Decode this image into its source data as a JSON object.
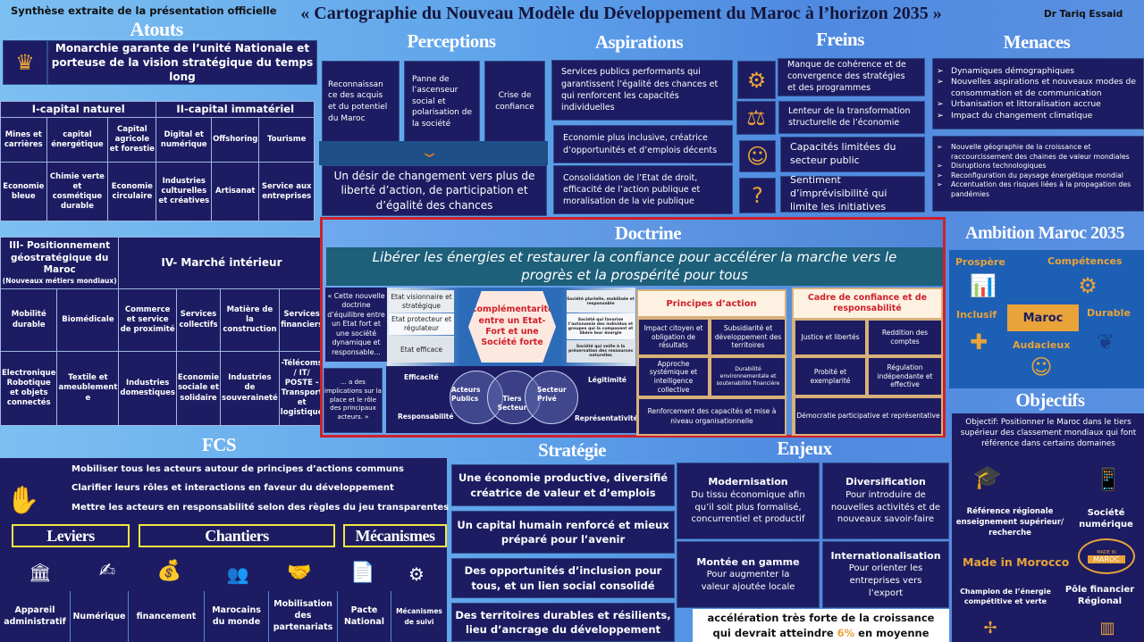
{
  "header": {
    "subtitle": "Synthèse extraite de la présentation officielle",
    "title": "« Cartographie du Nouveau Modèle du Développement du Maroc à l’horizon 2035 »",
    "author": "Dr Tariq Essaid"
  },
  "atouts": {
    "title": "Atouts",
    "monarchie": "Monarchie garante de l’unité Nationale et porteuse de la vision stratégique du temps long",
    "table1": {
      "headers": [
        "I-capital naturel",
        "II-capital immatériel"
      ],
      "rows": [
        [
          "Mines et carrières",
          "capital énergétique",
          "Capital agricole et forestie",
          "Digital et numérique",
          "Offshoring",
          "Tourisme"
        ],
        [
          "Economie bleue",
          "Chimie verte et cosmétique durable",
          "Economie circulaire",
          "Industries culturelles et créatives",
          "Artisanat",
          "Service aux entreprises"
        ]
      ]
    },
    "table2": {
      "headers": [
        "III- Positionnement géostratégique du Maroc",
        "(Nouveaux métiers mondiaux)",
        "IV- Marché intérieur"
      ],
      "rows": [
        [
          "Mobilité durable",
          "Biomédicale",
          "Commerce et service de proximité",
          "Services collectifs",
          "Matière de la construction",
          "Services financiers"
        ],
        [
          "Electronique Robotique et objets connectés",
          "Textile et ameublement e",
          "Industries domestiques",
          "Economie sociale et solidaire",
          "Industries de souveraineté",
          "-Télécoms / IT/ POSTE -Transport et logistique"
        ]
      ]
    }
  },
  "perceptions": {
    "title": "Perceptions",
    "items": [
      "Reconnaissan ce des acquis et du potentiel du Maroc",
      "Panne de l’ascenseur social et polarisation de la société",
      "Crise de confiance"
    ],
    "desire": "Un désir de changement vers plus de liberté d’action, de participation et d’égalité des chances"
  },
  "aspirations": {
    "title": "Aspirations",
    "items": [
      "Services publics performants qui garantissent l’égalité des chances et qui renforcent les capacités individuelles",
      "Economie plus inclusive, créatrice d’opportunités et d’emplois décents",
      "Consolidation de l’Etat de droit, efficacité de l’action publique et moralisation de la vie publique"
    ]
  },
  "freins": {
    "title": "Freins",
    "items": [
      "Manque de cohérence et de convergence des stratégies et des programmes",
      "Lenteur de la transformation structurelle de l’économie",
      "Capacités limitées du secteur public",
      "Sentiment d’imprévisibilité qui limite les initiatives"
    ]
  },
  "menaces": {
    "title": "Menaces",
    "group1": [
      "Dynamiques démographiques",
      "Nouvelles aspirations et nouveaux modes de consommation et de communication",
      "Urbanisation et littoralisation accrue",
      "Impact du changement climatique"
    ],
    "group2": [
      "Nouvelle géographie de la croissance et raccourcissement des chaines de valeur mondiales",
      "Disruptions technologiques",
      "Reconfiguration du paysage énergétique mondial",
      "Accentuation des risques liées à la propagation des pandémies"
    ]
  },
  "doctrine": {
    "title": "Doctrine",
    "banner": "Libérer les énergies et restaurer la confiance pour accélérer la marche vers le progrès et la prospérité pour tous",
    "quote1": "« Cette nouvelle doctrine d’équilibre entre un Etat fort et une société dynamique et responsable...",
    "quote2": "... a des implications sur la place et le rôle des principaux acteurs. »",
    "etat": [
      "Etat visionnaire et stratégique",
      "Etat protecteur et régulateur",
      "Etat efficace"
    ],
    "center": "Complémentarité entre un Etat-Fort et une Société forte",
    "societe": [
      "Société plurielle, mobilisée et responsable",
      "Société qui favorise l’autonomie des individus et groupes qui la composent et libère leur énergie",
      "Société qui veille à la préservation des ressources naturelles"
    ],
    "values": [
      "Efficacité",
      "Responsabilité",
      "Légitimité",
      "Représentativité"
    ],
    "actors": [
      "Acteurs Publics",
      "Tiers Secteur",
      "Secteur Privé"
    ],
    "principes": {
      "title": "Principes d’action",
      "items": [
        "Impact citoyen et obligation de résultats",
        "Subsidiarité et développement des territoires",
        "Approche systémique et intelligence collective",
        "Durabilité environnementale et soutenabilité financière",
        "Renforcement des capacités et mise à niveau organisationnelle"
      ]
    },
    "cadre": {
      "title": "Cadre de confiance et de responsabilité",
      "items": [
        "Justice et libertés",
        "Reddition des comptes",
        "Probité et exemplarité",
        "Régulation indépendante et effective",
        "Démocratie participative et représentative"
      ]
    }
  },
  "ambition": {
    "title": "Ambition Maroc 2035",
    "center": "Maroc",
    "items": [
      "Prospère",
      "Compétences",
      "Inclusif",
      "Durable",
      "Audacieux"
    ]
  },
  "objectifs": {
    "title": "Objectifs",
    "intro": "Objectif: Positionner le Maroc dans le tiers supérieur des classement mondiaux qui font référence dans certains domaines",
    "items": [
      "Référence régionale enseignement supérieur/ recherche",
      "Société numérique",
      "Made in Morocco",
      "Champion de l’énergie compétitive et verte",
      "Pôle financier Régional"
    ],
    "badge": "MAROC",
    "badge_top": "MADE IN"
  },
  "fcs": {
    "title": "FCS",
    "lines": [
      "Mobiliser tous les acteurs autour de principes d’actions communs",
      "Clarifier leurs rôles et interactions en faveur du développement",
      "Mettre les acteurs en responsabilité selon des règles du jeu transparentes"
    ],
    "groups": [
      "Leviers",
      "Chantiers",
      "Mécanismes"
    ],
    "items": [
      "Appareil administratif",
      "Numérique",
      "financement",
      "Marocains du monde",
      "Mobilisation des partenariats",
      "Pacte National",
      "Mécanismes de suivi"
    ]
  },
  "strategie": {
    "title": "Stratégie",
    "items": [
      "Une économie productive, diversifié créatrice de valeur et d’emplois",
      "Un capital humain renforcé et mieux préparé pour l’avenir",
      "Des opportunités d’inclusion pour tous, et un lien social consolidé",
      "Des territoires durables et résilients, lieu d’ancrage du développement"
    ]
  },
  "enjeux": {
    "title": "Enjeux",
    "items": [
      {
        "h": "Modernisation",
        "d": "Du tissu économique afin qu’il soit plus formalisé, concurrentiel et productif"
      },
      {
        "h": "Diversification",
        "d": "Pour introduire de nouvelles activités et de nouveaux savoir-faire"
      },
      {
        "h": "Montée en gamme",
        "d": "Pour augmenter la valeur ajoutée locale"
      },
      {
        "h": "Internationalisation",
        "d": "Pour orienter les entreprises vers l’export"
      }
    ],
    "growth_a": "accélération très forte de la croissance",
    "growth_b": "qui devrait atteindre ",
    "growth_pct": "6%",
    "growth_c": " en moyenne"
  },
  "colors": {
    "navy": "#1d1c62",
    "gold": "#e8a33a",
    "red": "#d0202a"
  }
}
